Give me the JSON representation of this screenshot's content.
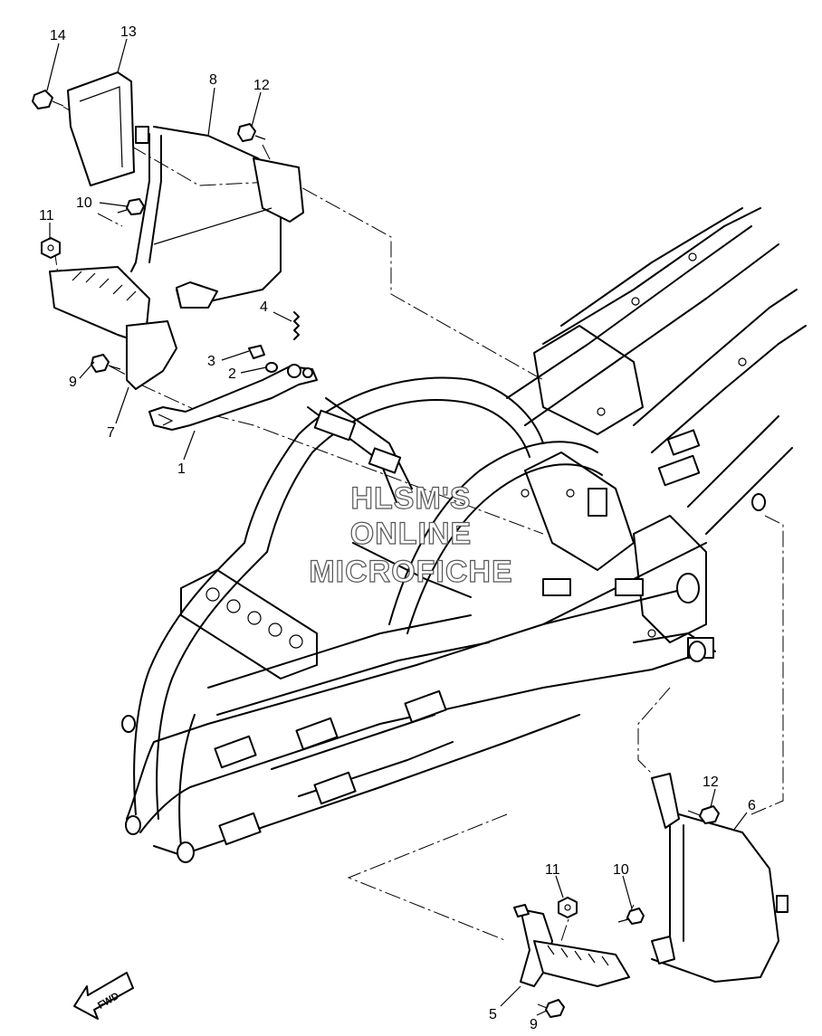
{
  "watermark": {
    "line1": "HLSM'S",
    "line2": "ONLINE",
    "line3": "MICROFICHE"
  },
  "fwd_label": "FWD",
  "callouts": [
    {
      "id": "c14a",
      "text": "14"
    },
    {
      "id": "c13",
      "text": "13"
    },
    {
      "id": "c8",
      "text": "8"
    },
    {
      "id": "c12a",
      "text": "12"
    },
    {
      "id": "c10a",
      "text": "10"
    },
    {
      "id": "c11a",
      "text": "11"
    },
    {
      "id": "c4",
      "text": "4"
    },
    {
      "id": "c3",
      "text": "3"
    },
    {
      "id": "c2",
      "text": "2"
    },
    {
      "id": "c9a",
      "text": "9"
    },
    {
      "id": "c7",
      "text": "7"
    },
    {
      "id": "c1",
      "text": "1"
    },
    {
      "id": "c12b",
      "text": "12"
    },
    {
      "id": "c6",
      "text": "6"
    },
    {
      "id": "c11b",
      "text": "11"
    },
    {
      "id": "c10b",
      "text": "10"
    },
    {
      "id": "c5",
      "text": "5"
    },
    {
      "id": "c9b",
      "text": "9"
    }
  ]
}
